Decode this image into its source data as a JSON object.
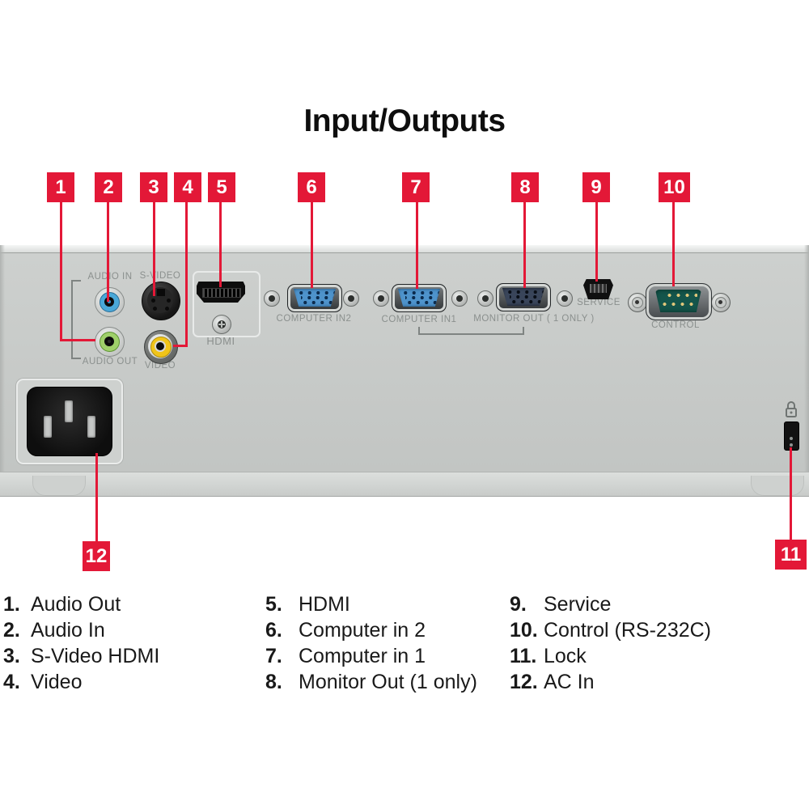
{
  "title": "Input/Outputs",
  "callouts": [
    "1",
    "2",
    "3",
    "4",
    "5",
    "6",
    "7",
    "8",
    "9",
    "10",
    "11",
    "12"
  ],
  "panel_labels": {
    "audio_in": "AUDIO IN",
    "s_video": "S-VIDEO",
    "hdmi": "HDMI",
    "audio_out": "AUDIO OUT",
    "video": "VIDEO",
    "computer_in2": "COMPUTER IN2",
    "computer_in1": "COMPUTER IN1",
    "monitor_out": "MONITOR OUT ( 1 ONLY )",
    "service": "SERVICE",
    "control": "CONTROL"
  },
  "icons": {
    "kensington_lock": "padlock-outline"
  },
  "colors": {
    "callout_red": "#e31837",
    "panel_gray": "#c7cac8",
    "label_gray": "#8b908e",
    "vga_blue": "#4e93cb",
    "monitor_out_dark": "#39455a",
    "audio_in_blue": "#4aa8d8",
    "audio_out_green": "#9fd06a",
    "video_yellow": "#f0c419",
    "control_teal": "#14554b"
  },
  "legend": {
    "columns": [
      {
        "items": [
          {
            "num": "1.",
            "label": "Audio Out"
          },
          {
            "num": "2.",
            "label": "Audio In"
          },
          {
            "num": "3.",
            "label": "S-Video HDMI"
          },
          {
            "num": "4.",
            "label": "Video"
          }
        ]
      },
      {
        "items": [
          {
            "num": "5.",
            "label": "HDMI"
          },
          {
            "num": "6.",
            "label": "Computer in 2"
          },
          {
            "num": "7.",
            "label": "Computer in 1"
          },
          {
            "num": "8.",
            "label": "Monitor Out (1 only)"
          }
        ]
      },
      {
        "items": [
          {
            "num": "9.",
            "label": "Service"
          },
          {
            "num": "10.",
            "label": "Control (RS-232C)"
          },
          {
            "num": "11.",
            "label": "Lock"
          },
          {
            "num": "12.",
            "label": "AC In"
          }
        ]
      }
    ]
  }
}
